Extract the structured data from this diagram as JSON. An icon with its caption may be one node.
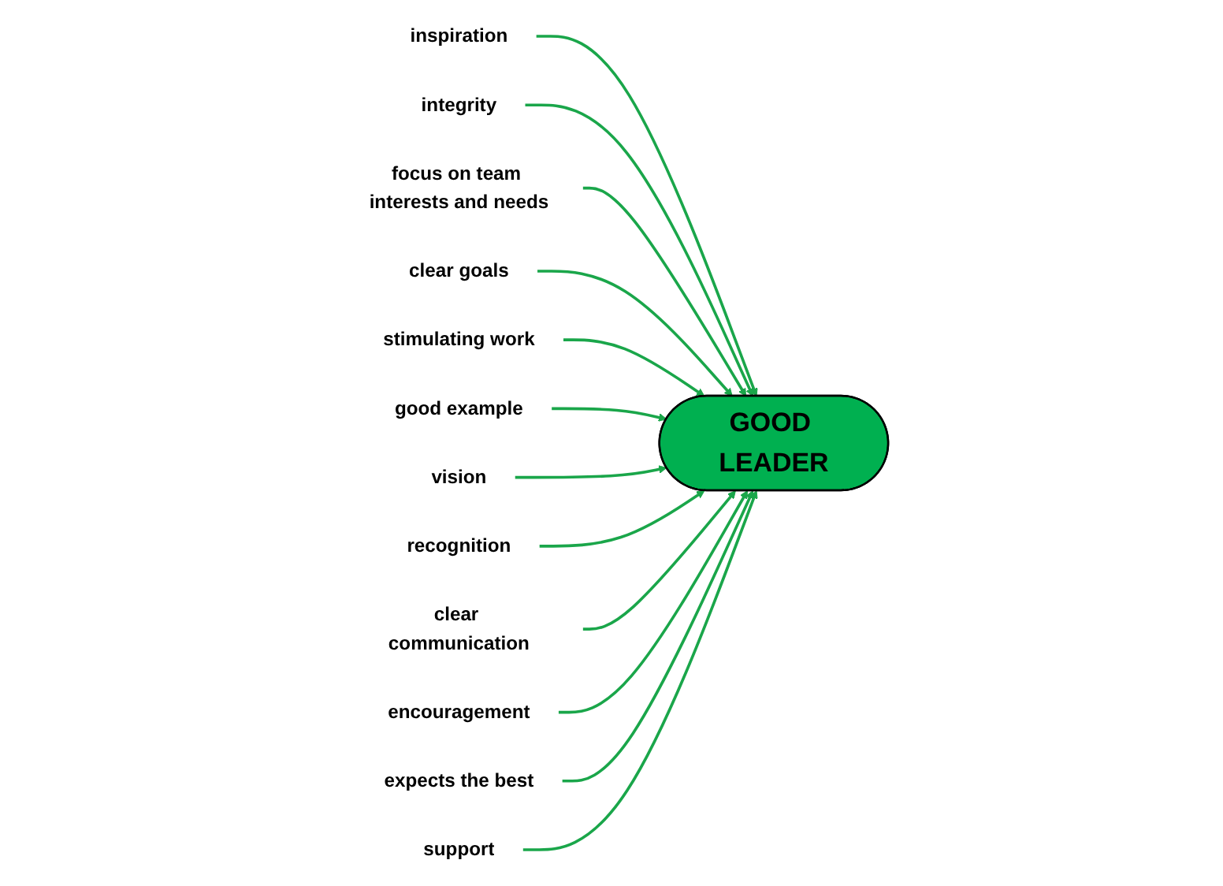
{
  "diagram": {
    "nodes": [
      {
        "text": [
          "GOOD LEADER"
        ]
      },
      {
        "text": [
          "inspiration"
        ]
      },
      {
        "text": [
          "integrity"
        ]
      },
      {
        "text": [
          "focus on team interests and needs"
        ]
      },
      {
        "text": [
          "clear goals"
        ]
      },
      {
        "text": [
          "stimulating work"
        ]
      },
      {
        "text": [
          "good example"
        ]
      },
      {
        "text": [
          "vision"
        ]
      },
      {
        "text": [
          "recognition"
        ]
      },
      {
        "text": [
          "clear communication"
        ]
      },
      {
        "text": [
          "encouragement"
        ]
      },
      {
        "text": [
          "expects the best"
        ]
      },
      {
        "text": [
          "support"
        ]
      }
    ],
    "edges": [
      {
        "from": 1,
        "to": 0,
        "arrow": "to"
      },
      {
        "from": 2,
        "to": 0,
        "arrow": "to"
      },
      {
        "from": 3,
        "to": 0,
        "arrow": "to"
      },
      {
        "from": 4,
        "to": 0,
        "arrow": "to"
      },
      {
        "from": 5,
        "to": 0,
        "arrow": "to"
      },
      {
        "from": 6,
        "to": 0,
        "arrow": "to"
      },
      {
        "from": 7,
        "to": 0,
        "arrow": "to"
      },
      {
        "from": 8,
        "to": 0,
        "arrow": "to"
      },
      {
        "from": 9,
        "to": 0,
        "arrow": "to"
      },
      {
        "from": 10,
        "to": 0,
        "arrow": "to"
      },
      {
        "from": 11,
        "to": 0,
        "arrow": "to"
      },
      {
        "from": 12,
        "to": 0,
        "arrow": "to"
      }
    ]
  }
}
